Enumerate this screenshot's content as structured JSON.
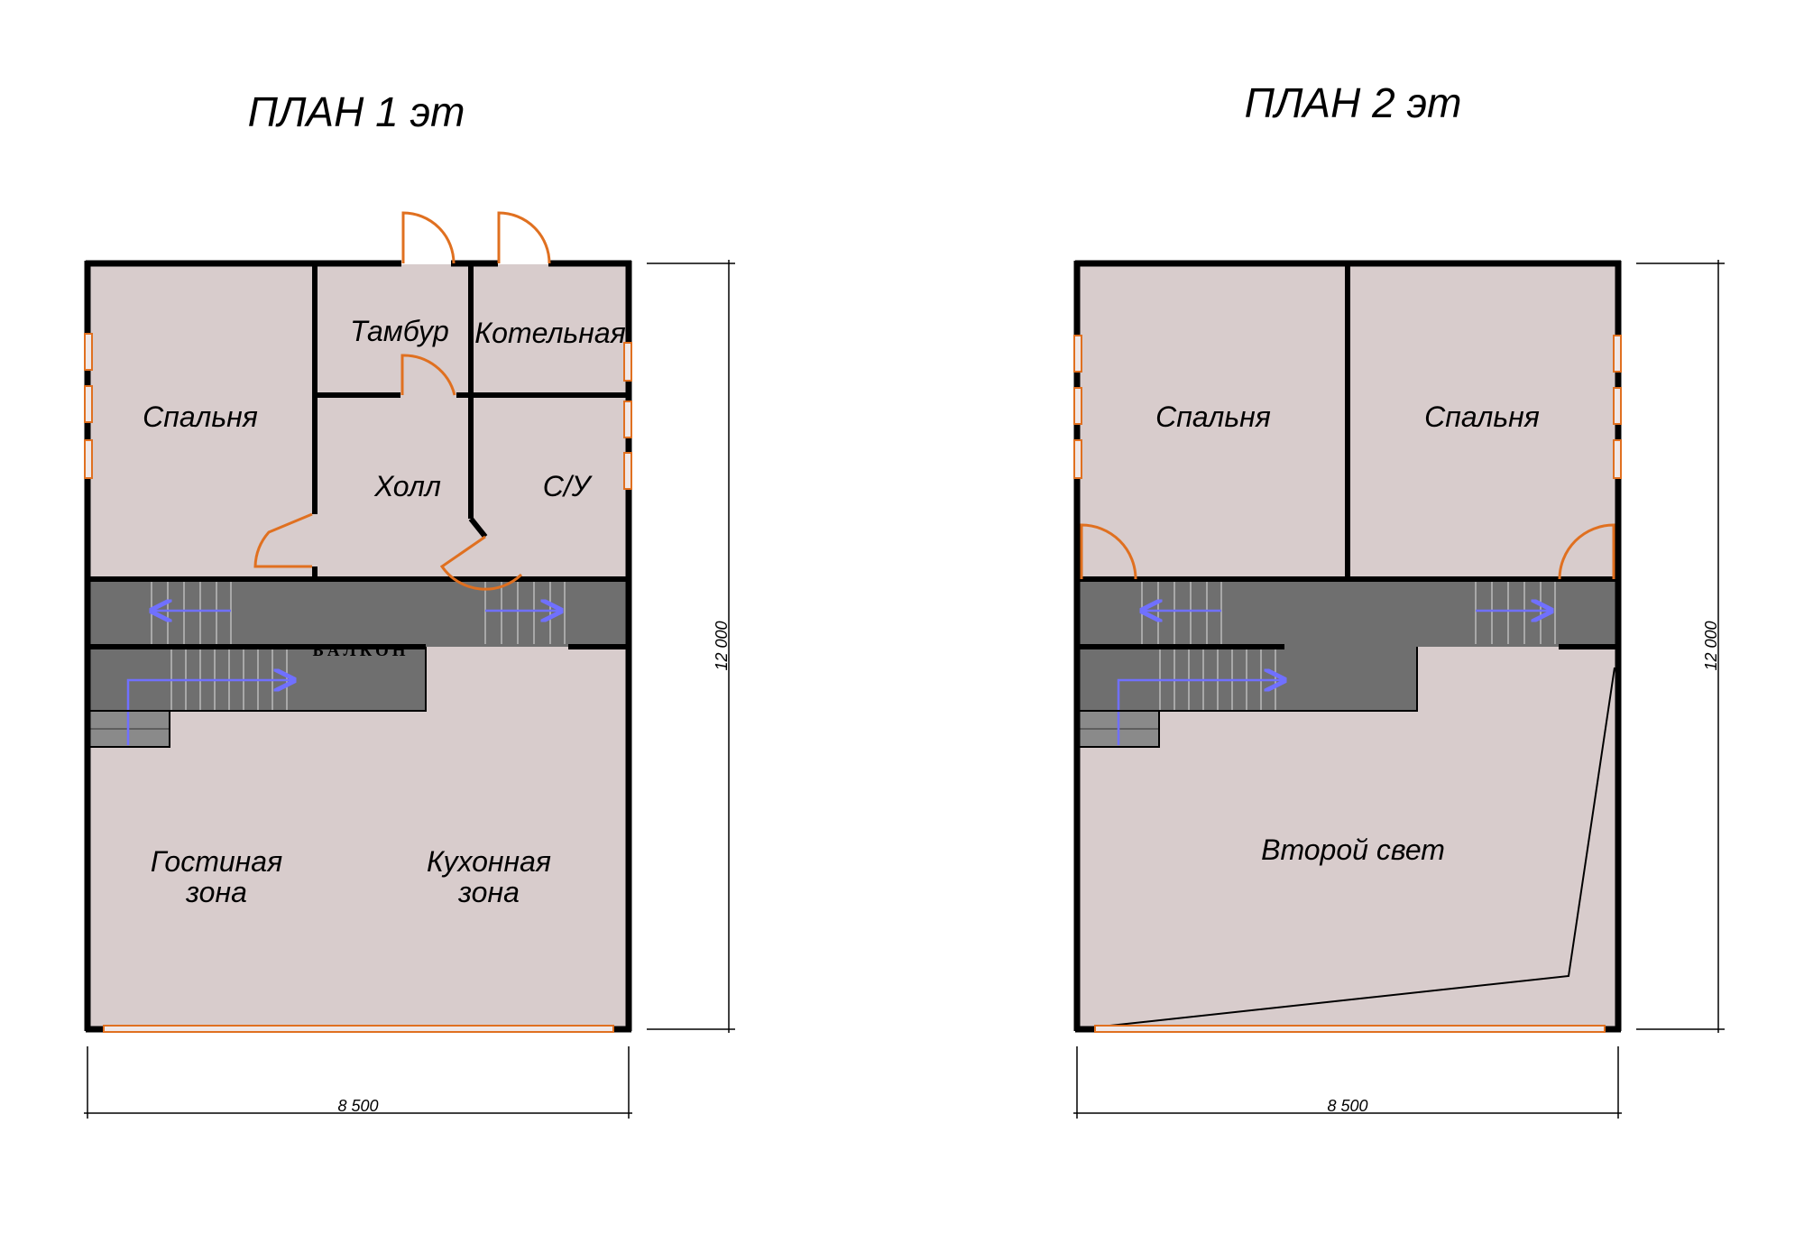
{
  "colors": {
    "room_fill": "#d8cccc",
    "balcony_fill": "#6f6f6f",
    "wall": "#000000",
    "door": "#e07020",
    "arrow": "#7070ff",
    "dimension": "#000000"
  },
  "plan1": {
    "title": "ПЛАН  1 эт",
    "rooms": {
      "bedroom": "Спальня",
      "vestibule": "Тамбур",
      "boiler_room": "Котельная",
      "hall": "Холл",
      "bathroom": "С/У",
      "balcony": "БАЛКОН",
      "living_line1": "Гостиная",
      "living_line2": "зона",
      "kitchen_line1": "Кухонная",
      "kitchen_line2": "зона"
    },
    "dimensions": {
      "width": "8 500",
      "height": "12 000"
    }
  },
  "plan2": {
    "title": "ПЛАН  2 эт",
    "rooms": {
      "bedroom_left": "Спальня",
      "bedroom_right": "Спальня",
      "second_light": "Второй свет"
    },
    "dimensions": {
      "width": "8 500",
      "height": "12 000"
    }
  }
}
